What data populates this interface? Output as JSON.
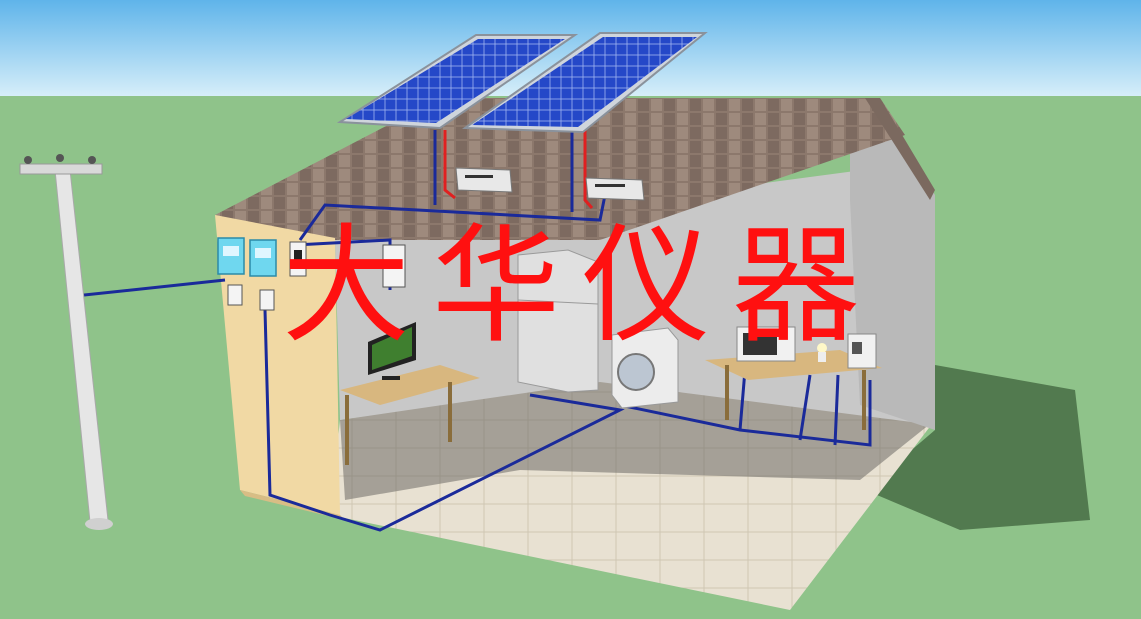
{
  "watermark": {
    "text": "大华仪器",
    "color": "#ff1010"
  },
  "colors": {
    "sky_top": "#5fb4ea",
    "sky_bottom": "#d4ecf8",
    "grass": "#8fc38a",
    "wire": "#1a2a9a",
    "dc_wire": "#e02020",
    "solar_panel": "#2244cc",
    "wall": "#f1d9a4",
    "interior_wall": "#c9c9c9",
    "floor": "#e7e0d0",
    "roof": "#8d7a70"
  },
  "components": {
    "solar_panels": [
      "solar-panel-left",
      "solar-panel-right"
    ],
    "inverters": [
      "roof-inverter-left",
      "roof-inverter-right"
    ],
    "meters": [
      "grid-meter-left",
      "grid-meter-right"
    ],
    "appliances": [
      "television",
      "refrigerator",
      "washing-machine",
      "microwave",
      "coffee-machine",
      "lamp"
    ],
    "grid_connection": "utility-pole"
  }
}
